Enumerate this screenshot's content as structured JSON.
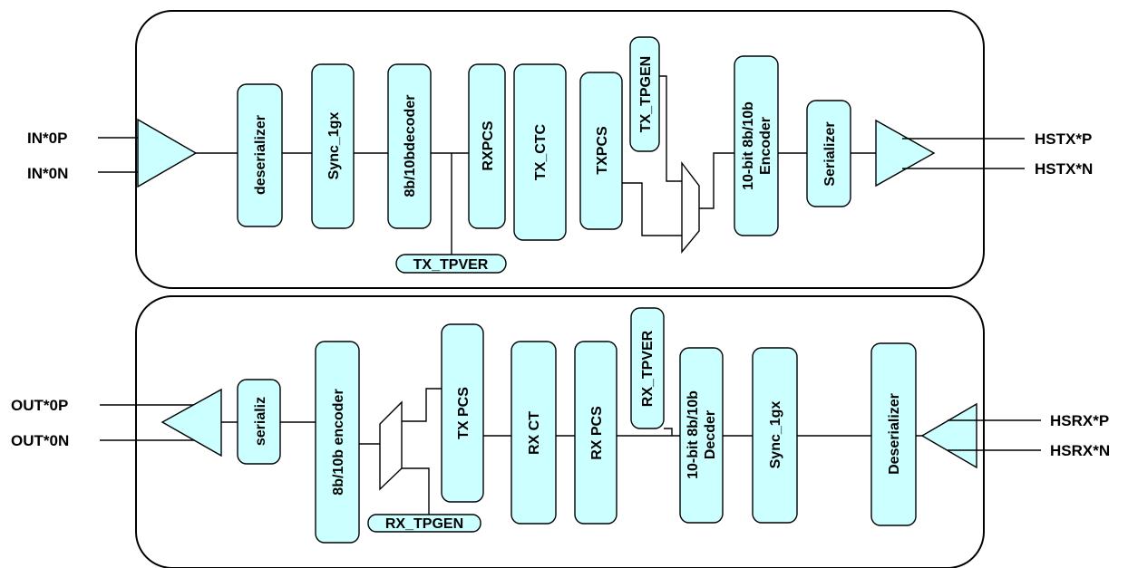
{
  "colors": {
    "block_fill": "#ccffff",
    "stroke": "#000000",
    "background": "#ffffff"
  },
  "tx_path": {
    "inputs": [
      "IN*0P",
      "IN*0N"
    ],
    "outputs": [
      "HSTX*P",
      "HSTX*N"
    ],
    "blocks": [
      "deserializer",
      "Sync_1gx",
      "8b/10bdecoder",
      "RXPCS",
      "TX_CTC",
      "TXPCS",
      "TX_TPGEN",
      "10-bit 8b/10b",
      "Encoder",
      "Serializer"
    ],
    "tap": "TX_TPVER"
  },
  "rx_path": {
    "outputs": [
      "OUT*0P",
      "OUT*0N"
    ],
    "inputs": [
      "HSRX*P",
      "HSRX*N"
    ],
    "blocks": [
      "serializ",
      "8b/10b encoder",
      "TX PCS",
      "RX CT",
      "RX PCS",
      "RX_TPVER",
      "10-bit 8b/10b",
      "Decder",
      "Sync_1gx",
      "Deserializer"
    ],
    "tap": "RX_TPGEN"
  }
}
